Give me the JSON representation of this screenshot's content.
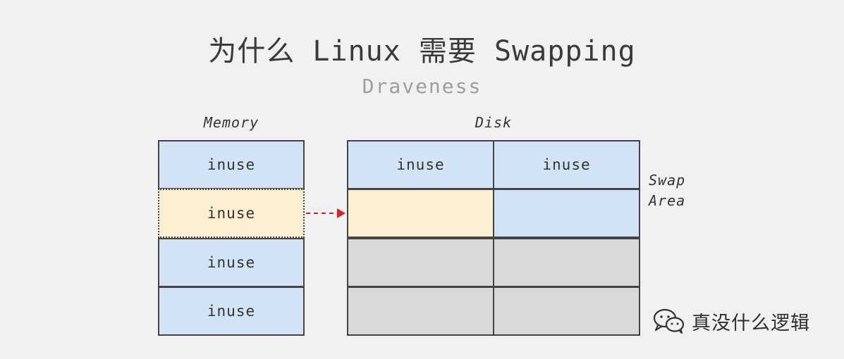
{
  "title": "为什么 Linux 需要 Swapping",
  "subtitle": "Draveness",
  "memory": {
    "label": "Memory",
    "blocks": [
      {
        "label": "inuse",
        "state": "in-use"
      },
      {
        "label": "inuse",
        "state": "swapping-out"
      },
      {
        "label": "inuse",
        "state": "in-use"
      },
      {
        "label": "inuse",
        "state": "in-use"
      }
    ]
  },
  "disk": {
    "label": "Disk",
    "swap_label_line1": "Swap",
    "swap_label_line2": "Area",
    "blocks": [
      {
        "label": "inuse",
        "state": "swap-in-use"
      },
      {
        "label": "inuse",
        "state": "swap-in-use"
      },
      {
        "label": "",
        "state": "swap-destination"
      },
      {
        "label": "",
        "state": "swap-free"
      },
      {
        "label": "",
        "state": "disk-other"
      },
      {
        "label": "",
        "state": "disk-other"
      },
      {
        "label": "",
        "state": "disk-other"
      },
      {
        "label": "",
        "state": "disk-other"
      }
    ]
  },
  "colors": {
    "in_use": "#d1e3f4",
    "swapping": "#fcefcf",
    "disk_other": "#d9d9d9",
    "arrow": "#e02020",
    "background": "#f0f1f3"
  },
  "watermark": {
    "icon": "wechat-icon",
    "text": "真没什么逻辑"
  }
}
